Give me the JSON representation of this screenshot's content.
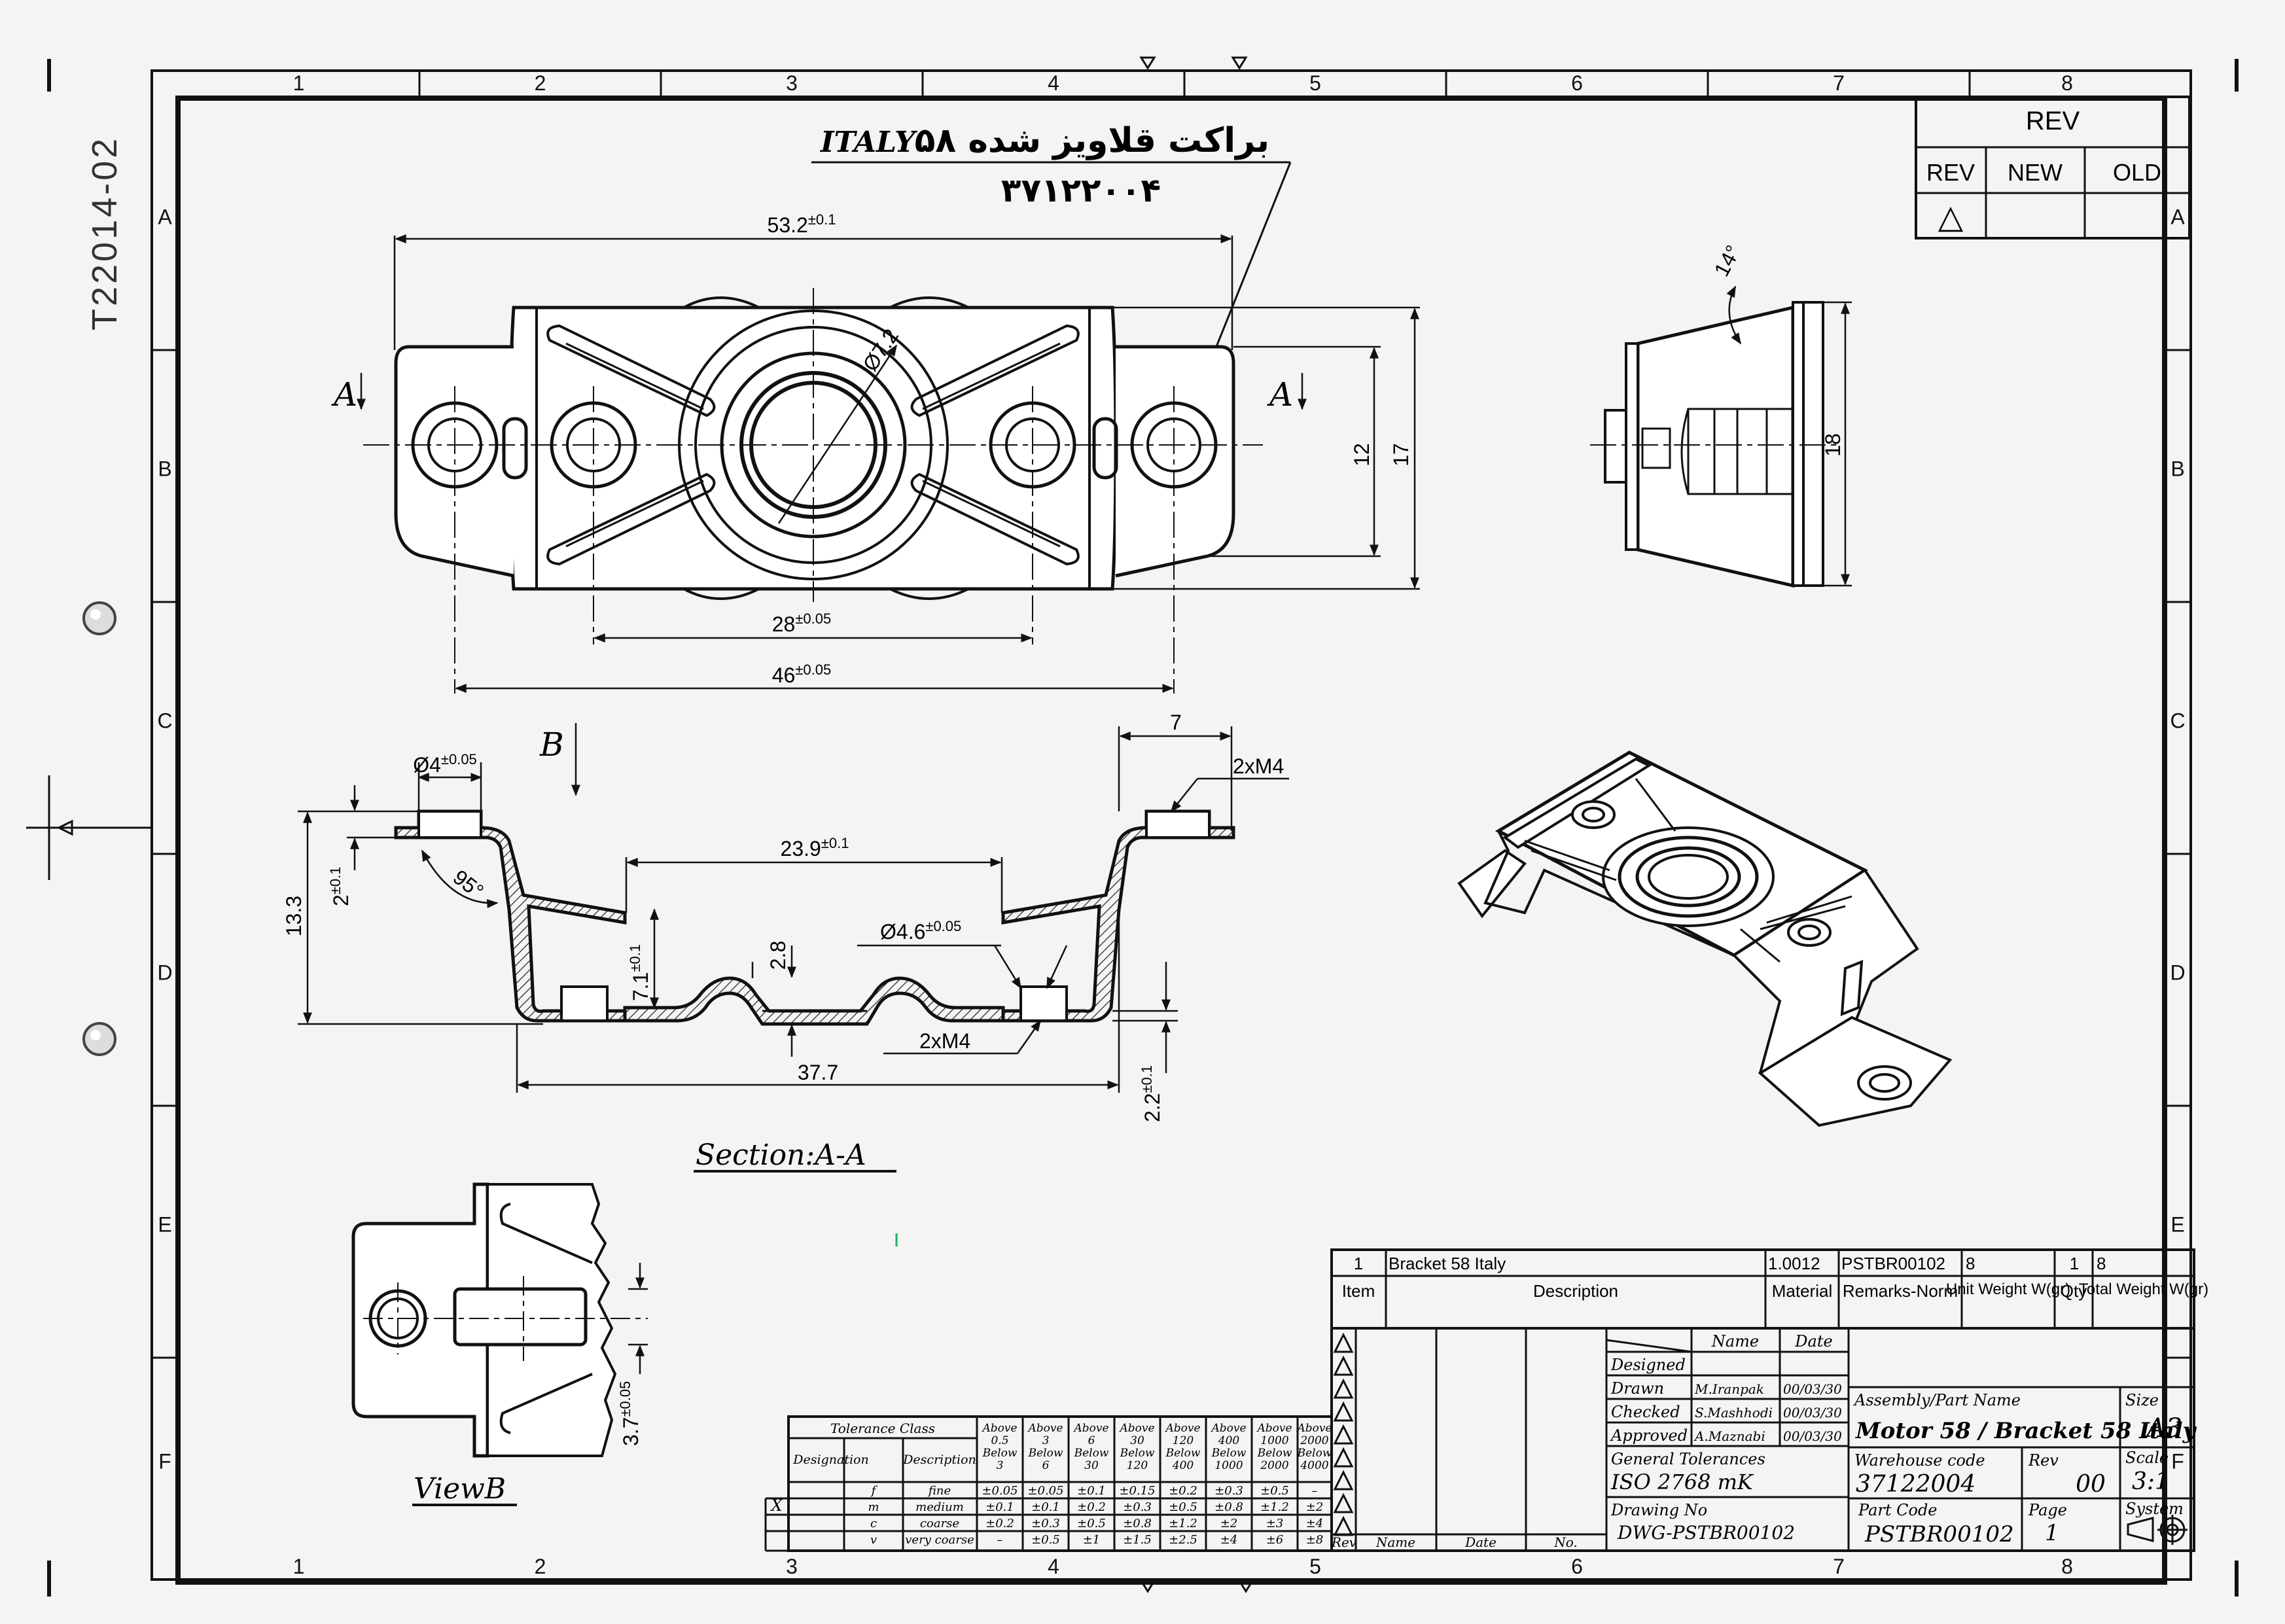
{
  "sheet_id": "T22014-02",
  "zones": {
    "columns": [
      "1",
      "2",
      "3",
      "4",
      "5",
      "6",
      "7",
      "8"
    ],
    "rows": [
      "A",
      "B",
      "C",
      "D",
      "E",
      "F"
    ]
  },
  "part_title": {
    "brand": "ITALY",
    "name_fa": "براکت قلاویز شده ۵۸",
    "code_fa": "۳۷۱۲۲۰۰۴"
  },
  "rev_box": {
    "title": "REV",
    "headers": [
      "REV",
      "NEW",
      "OLD"
    ],
    "symbol": "△"
  },
  "top_view": {
    "section_markers": [
      "A",
      "A"
    ],
    "dims": [
      {
        "value": "53.2",
        "tol": "±0.1"
      },
      {
        "value": "Ø7.2",
        "tol": ""
      },
      {
        "value": "28",
        "tol": "±0.05"
      },
      {
        "value": "46",
        "tol": "±0.05"
      },
      {
        "value": "12",
        "tol": ""
      },
      {
        "value": "17",
        "tol": ""
      }
    ]
  },
  "side_view": {
    "angle": "14°",
    "height": "18"
  },
  "section_view": {
    "title": "Section:A-A",
    "view_marker": "B",
    "dims": {
      "d4": {
        "value": "Ø4",
        "tol": "±0.05"
      },
      "w7": {
        "value": "7",
        "tol": ""
      },
      "m4_top": {
        "value": "2xM4",
        "tol": ""
      },
      "w23_9": {
        "value": "23.9",
        "tol": "±0.1"
      },
      "h13_3": {
        "value": "13.3",
        "tol": ""
      },
      "h2": {
        "value": "2",
        "tol": "±0.1"
      },
      "a95": {
        "value": "95°",
        "tol": ""
      },
      "h2_8": {
        "value": "2.8",
        "tol": ""
      },
      "d4_6": {
        "value": "Ø4.6",
        "tol": "±0.05"
      },
      "h7_1": {
        "value": "7.1",
        "tol": "±0.1"
      },
      "m4_bot": {
        "value": "2xM4",
        "tol": ""
      },
      "w37_7": {
        "value": "37.7",
        "tol": ""
      },
      "h2_2": {
        "value": "2.2",
        "tol": "±0.1"
      }
    }
  },
  "view_b": {
    "title": "ViewB",
    "dim": {
      "value": "3.7",
      "tol": "±0.05"
    }
  },
  "tolerance_table": {
    "title": "Tolerance Class",
    "headers": [
      "Designation",
      "Description"
    ],
    "ranges": [
      "Above 0.5 Below 3",
      "Above 3 Below 6",
      "Above 6 Below 30",
      "Above 30 Below 120",
      "Above 120 Below 400",
      "Above 400 Below 1000",
      "Above 1000 Below 2000",
      "Above 2000 Below 4000"
    ],
    "rows": [
      {
        "mark": "",
        "des": "f",
        "desc": "fine",
        "vals": [
          "±0.05",
          "±0.05",
          "±0.1",
          "±0.15",
          "±0.2",
          "±0.3",
          "±0.5",
          "–"
        ]
      },
      {
        "mark": "X",
        "des": "m",
        "desc": "medium",
        "vals": [
          "±0.1",
          "±0.1",
          "±0.2",
          "±0.3",
          "±0.5",
          "±0.8",
          "±1.2",
          "±2"
        ]
      },
      {
        "mark": "",
        "des": "c",
        "desc": "coarse",
        "vals": [
          "±0.2",
          "±0.3",
          "±0.5",
          "±0.8",
          "±1.2",
          "±2",
          "±3",
          "±4"
        ]
      },
      {
        "mark": "",
        "des": "v",
        "desc": "very coarse",
        "vals": [
          "–",
          "±0.5",
          "±1",
          "±1.5",
          "±2.5",
          "±4",
          "±6",
          "±8"
        ]
      }
    ]
  },
  "parts_list": {
    "row": {
      "item": "1",
      "description": "Bracket 58 Italy",
      "material": "1.0012",
      "remarks": "PSTBR00102",
      "unit_weight": "8",
      "qty": "1",
      "total_weight": "8"
    },
    "headers": {
      "item": "Item",
      "description": "Description",
      "material": "Material",
      "remarks": "Remarks-Norm",
      "unit_weight": "Unit Weight W(gr)",
      "qty": "Qty",
      "total_weight": "Total Weight W(gr)"
    }
  },
  "revision_block": {
    "headers": [
      "Rev",
      "Name",
      "Date",
      "No."
    ]
  },
  "signatures": {
    "col_name": "Name",
    "col_date": "Date",
    "rows": [
      {
        "role": "Designed",
        "name": "",
        "date": ""
      },
      {
        "role": "Drawn",
        "name": "M.Iranpak",
        "date": "00/03/30"
      },
      {
        "role": "Checked",
        "name": "S.Mashhodi",
        "date": "00/03/30"
      },
      {
        "role": "Approved",
        "name": "A.Maznabi",
        "date": "00/03/30"
      }
    ]
  },
  "general_tolerances": {
    "label": "General Tolerances",
    "value": "ISO 2768   mK"
  },
  "drawing_no": {
    "label": "Drawing No",
    "value": "DWG-PSTBR00102"
  },
  "assembly": {
    "label": "Assembly/Part Name",
    "value": "Motor 58 / Bracket 58 Italy"
  },
  "size": {
    "label": "Size",
    "value": "A3"
  },
  "warehouse": {
    "label": "Warehouse code",
    "value": "37122004"
  },
  "rev": {
    "label": "Rev",
    "value": "00"
  },
  "scale": {
    "label": "Scale",
    "value": "3:1"
  },
  "part_code": {
    "label": "Part Code",
    "value": "PSTBR00102"
  },
  "page": {
    "label": "Page",
    "value": "1"
  },
  "system": {
    "label": "System"
  }
}
